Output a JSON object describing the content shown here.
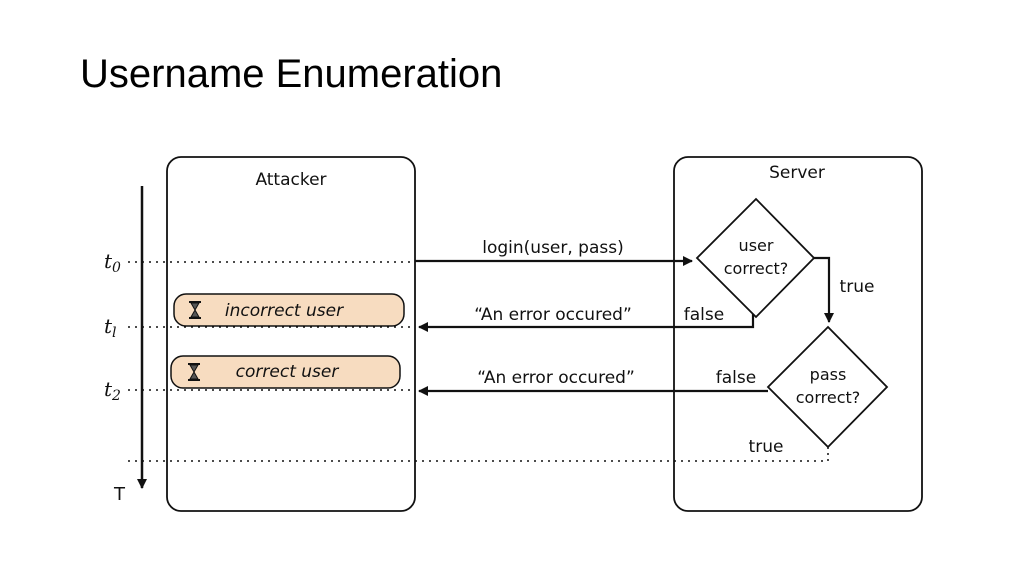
{
  "title": "Username Enumeration",
  "diagram": {
    "attacker_label": "Attacker",
    "server_label": "Server",
    "time_labels": {
      "t0_main": "t",
      "t0_sub": "0",
      "t1_main": "t",
      "t1_sub": "l",
      "t2_main": "t",
      "t2_sub": "2",
      "end": "T"
    },
    "request_label": "login(user, pass)",
    "error_message_1": "“An error occured”",
    "error_message_2": "“An error occured”",
    "decision_user": {
      "line1": "user",
      "line2": "correct?"
    },
    "decision_pass": {
      "line1": "pass",
      "line2": "correct?"
    },
    "branch_true_1": "true",
    "branch_false_1": "false",
    "branch_false_2": "false",
    "branch_true_2": "true",
    "timing_incorrect": "incorrect user",
    "timing_correct": "correct user",
    "colors": {
      "timing_fill": "#f7dcc0",
      "line": "#111111"
    }
  }
}
